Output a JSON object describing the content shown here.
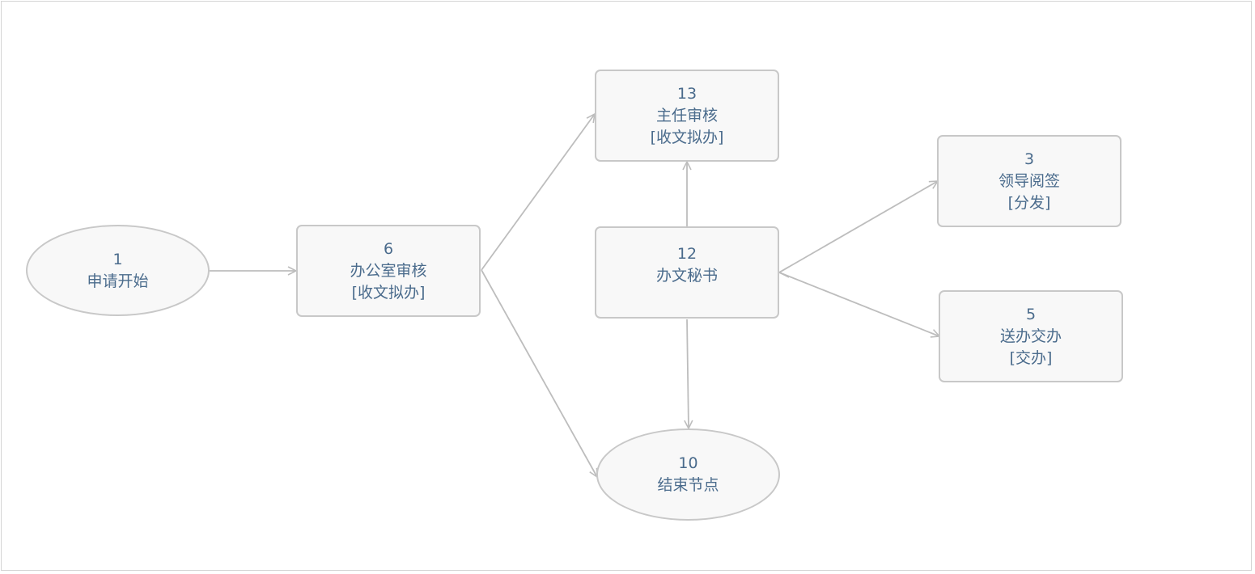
{
  "nodes": {
    "n1": {
      "id": "1",
      "name": "申请开始",
      "sub": ""
    },
    "n6": {
      "id": "6",
      "name": "办公室审核",
      "sub": "[收文拟办]"
    },
    "n13": {
      "id": "13",
      "name": "主任审核",
      "sub": "[收文拟办]"
    },
    "n12": {
      "id": "12",
      "name": "办文秘书",
      "sub": ""
    },
    "n3": {
      "id": "3",
      "name": "领导阅签",
      "sub": "[分发]"
    },
    "n5": {
      "id": "5",
      "name": "送办交办",
      "sub": "[交办]"
    },
    "n10": {
      "id": "10",
      "name": "结束节点",
      "sub": ""
    }
  },
  "edges": [
    {
      "from": "1",
      "to": "6"
    },
    {
      "from": "6",
      "to": "13"
    },
    {
      "from": "6",
      "to": "10"
    },
    {
      "from": "12",
      "to": "13"
    },
    {
      "from": "12",
      "to": "3"
    },
    {
      "from": "12",
      "to": "5"
    },
    {
      "from": "12",
      "to": "10"
    }
  ],
  "colors": {
    "node_fill": "#f8f8f8",
    "node_border": "#c8c8c8",
    "text": "#4a6b8c",
    "edge": "#bdbdbd"
  }
}
